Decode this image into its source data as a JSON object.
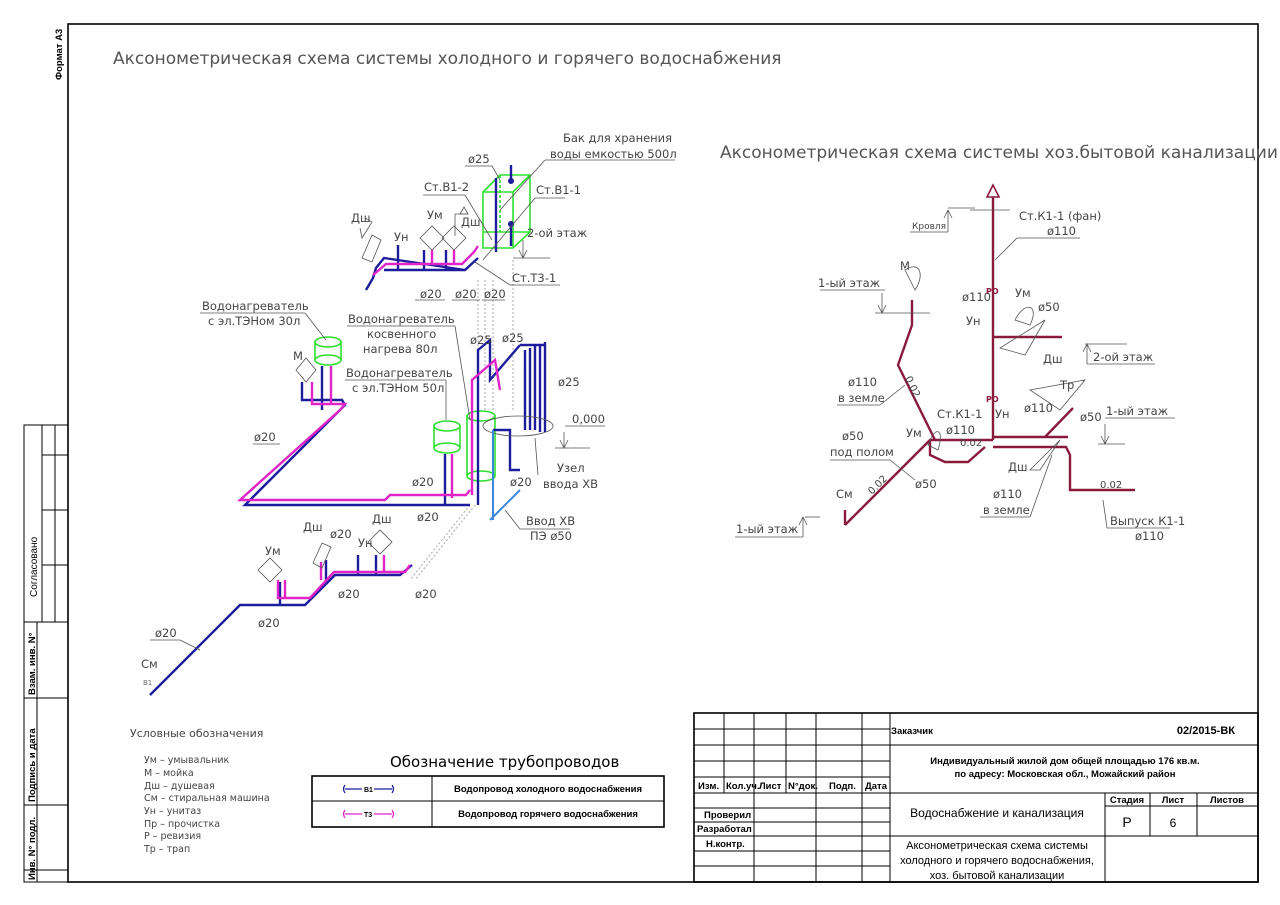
{
  "sheet": {
    "format": "Формат А3",
    "side_stamp": [
      "Согласовано",
      "Взам. инв. N°",
      "Подпись и дата",
      "Инв. N° подл."
    ]
  },
  "water_scheme": {
    "title": "Аксонометрическая схема системы холодного и горячего водоснабжения",
    "labels": [
      "ø25",
      "Бак для хранения",
      "воды емкостью 500л",
      "Ст.В1-2",
      "Ст.В1-1",
      "Дш",
      "Ум",
      "Дш",
      "Ун",
      "2-ой этаж",
      "Ст.Т3-1",
      "ø20",
      "ø20",
      "ø20",
      "Водонагреватель",
      "с эл.ТЭНом 30л",
      "Водонагреватель",
      "косвенного",
      "нагрева 80л",
      "М",
      "Водонагреватель",
      "с эл.ТЭНом 50л",
      "ø25",
      "ø25",
      "ø25",
      "0,000",
      "ø20",
      "Узел",
      "ввода ХВ",
      "ø20",
      "ø20",
      "ø20",
      "Ввод ХВ",
      "ПЭ ø50",
      "Дш",
      "ø20",
      "Дш",
      "Ум",
      "Ун",
      "ø20",
      "ø20",
      "ø20",
      "ø20",
      "См"
    ],
    "colors": {
      "cold": "#1c1c9c",
      "hot": "#e024c8",
      "tank": "#2ee02e",
      "inlet": "#3a86e0"
    }
  },
  "sewer_scheme": {
    "title": "Аксонометрическая схема системы хоз.бытовой канализации",
    "labels": [
      "Ст.К1-1 (фан)",
      "ø110",
      "Кровля",
      "М",
      "1-ый этаж",
      "ø110",
      "Ум",
      "ø50",
      "Ун",
      "Дш",
      "2-ой этаж",
      "ø110",
      "в земле",
      "Тр",
      "ø110",
      "Ст.К1-1",
      "ø110",
      "Ун",
      "ø50",
      "1-ый этаж",
      "ø50",
      "под полом",
      "Ум",
      "0.02",
      "Дш",
      "ø50",
      "ø110",
      "в земле",
      "См",
      "0.02",
      "Выпуск К1-1",
      "ø110",
      "1-ый этаж",
      "0.02",
      "0.02",
      "РО",
      "РО"
    ],
    "color": "#8a1a3c"
  },
  "legend": {
    "title": "Условные обозначения",
    "items": [
      "Ум – умывальник",
      "М – мойка",
      "Дш – душевая",
      "См – стиральная машина",
      "Ун – унитаз",
      "Пр – прочистка",
      "Р – ревизия",
      "Тр – трап"
    ]
  },
  "pipes_table": {
    "title": "Обозначение трубопроводов",
    "rows": [
      {
        "code": "В1",
        "description": "Водопровод холодного водоснабжения"
      },
      {
        "code": "Т3",
        "description": "Водопровод горячего водоснабжения"
      }
    ]
  },
  "title_block": {
    "headers": [
      "Изм.",
      "Кол.уч.",
      "Лист",
      "N°док.",
      "Подп.",
      "Дата"
    ],
    "roles": [
      "Проверил",
      "Разработал",
      "Н.контр."
    ],
    "customer": "Заказчик",
    "doc_code": "02/2015-ВК",
    "object_line1": "Индивидуальный жилой дом общей площадью 176 кв.м.",
    "object_line2": "по адресу: Московская обл., Можайский район",
    "section": "Водоснабжение и канализация",
    "stage_header": "Стадия",
    "sheet_header": "Лист",
    "sheets_header": "Листов",
    "stage": "Р",
    "sheet": "6",
    "sheets": "",
    "drawing_title": [
      "Аксонометрическая схема системы",
      "холодного и горячего водоснабжения,",
      "хоз. бытовой канализации"
    ]
  }
}
